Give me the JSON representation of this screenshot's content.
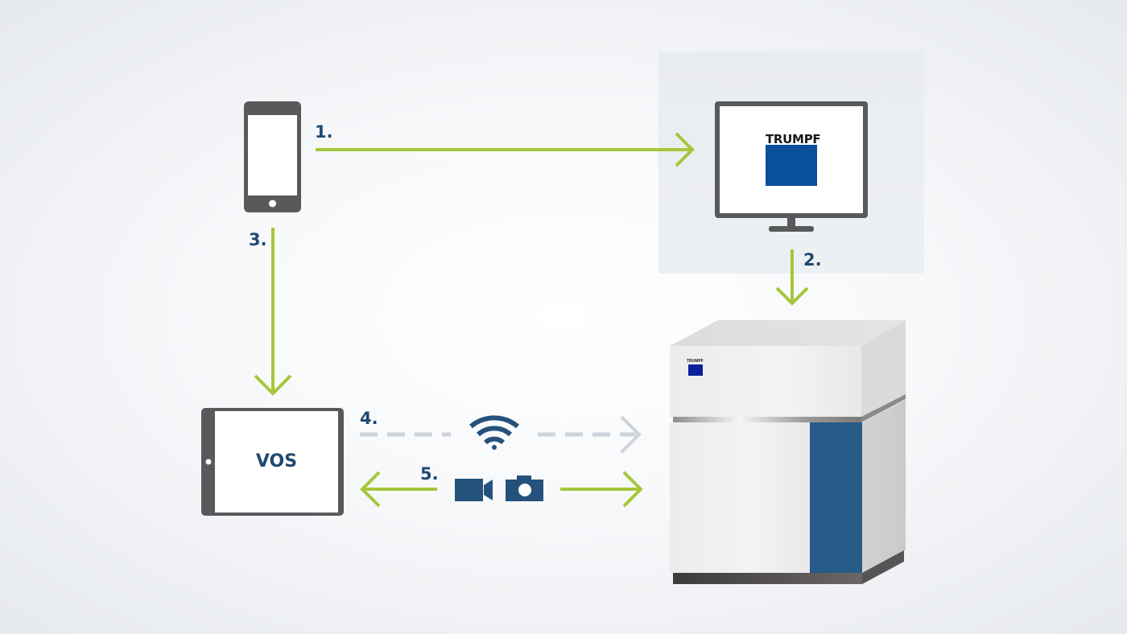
{
  "diagram": {
    "steps": [
      {
        "label": "1.",
        "from": "smartphone",
        "to": "computer-monitor",
        "style": "solid"
      },
      {
        "label": "2.",
        "from": "computer-monitor",
        "to": "machine",
        "style": "solid"
      },
      {
        "label": "3.",
        "from": "smartphone",
        "to": "tablet",
        "style": "solid"
      },
      {
        "label": "4.",
        "from": "tablet",
        "to": "machine",
        "style": "dashed",
        "icon": "wifi-icon"
      },
      {
        "label": "5.",
        "from": "machine",
        "to": "tablet",
        "style": "bidirectional",
        "icons": [
          "video-camera-icon",
          "photo-camera-icon"
        ]
      }
    ],
    "monitor_logo_text": "TRUMPF",
    "machine_logo_text": "TRUMPF",
    "tablet_text": "VOS",
    "colors": {
      "arrow_green": "#a5c63a",
      "arrow_grey": "#cdd3da",
      "label_blue": "#1f4a72",
      "icon_blue": "#24527c",
      "device_grey": "#58595b",
      "trumpf_blue": "#0a4f9e",
      "machine_panel_blue": "#275b88"
    }
  }
}
